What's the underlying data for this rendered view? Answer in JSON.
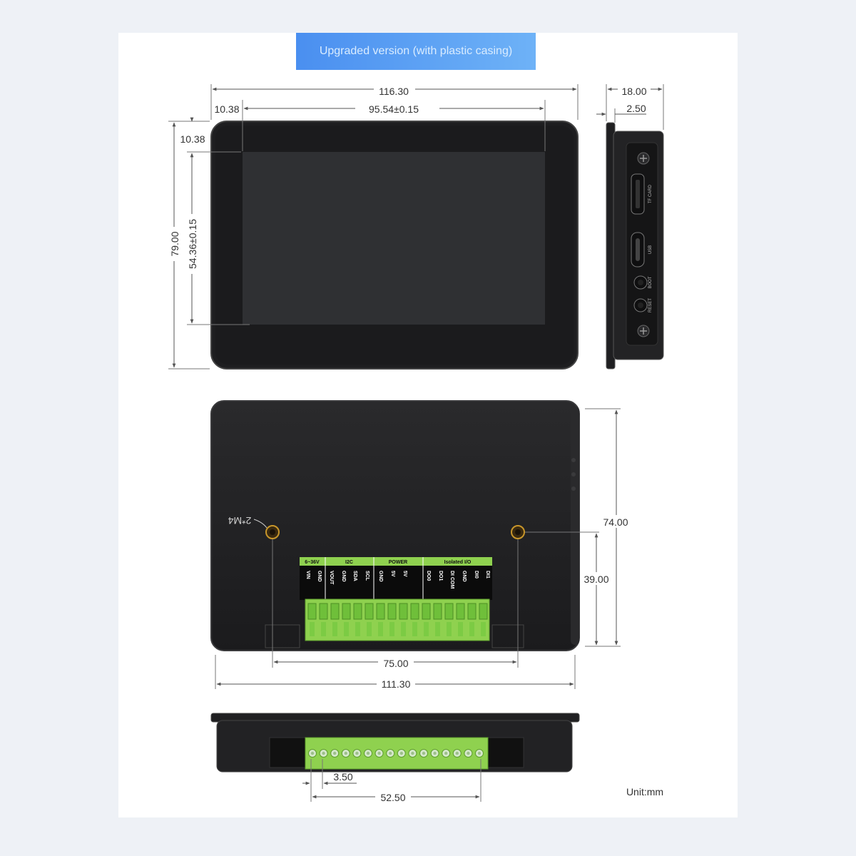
{
  "banner": {
    "title": "Upgraded version (with plastic casing)"
  },
  "front_view": {
    "overall_width": "116.30",
    "bezel_left": "10.38",
    "screen_width": "95.54±0.15",
    "bezel_top": "10.38",
    "overall_height": "79.00",
    "screen_height": "54.36±0.15"
  },
  "side_view": {
    "depth": "18.00",
    "front_offset": "2.50",
    "port_labels": [
      "TF CARD",
      "USB",
      "BOOT",
      "RESET"
    ]
  },
  "back_view": {
    "mount_label": "2*M4",
    "height": "74.00",
    "hole_height": "39.00",
    "hole_spacing": "75.00",
    "width": "111.30",
    "terminal_groups": [
      "6~36V",
      "I2C",
      "POWER",
      "Isolated I/O"
    ],
    "pin_labels": [
      "VIN",
      "GND",
      "VOUT",
      "GND",
      "SDA",
      "SCL",
      "GND",
      "5V",
      "5V",
      "DO0",
      "DO1",
      "DI COM",
      "GND",
      "DI0",
      "DI1"
    ],
    "accent_color": "#8fd14f"
  },
  "bottom_view": {
    "pitch": "3.50",
    "block_width": "52.50"
  },
  "unit": "Unit:mm"
}
